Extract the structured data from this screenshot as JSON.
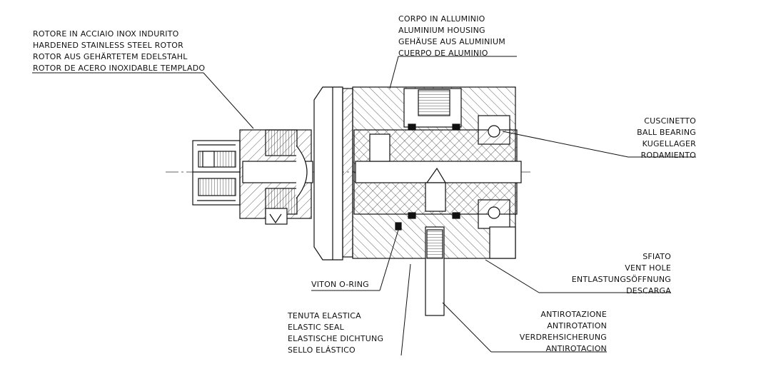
{
  "labels": {
    "rotor": [
      "ROTORE IN ACCIAIO INOX INDURITO",
      "HARDENED STAINLESS STEEL ROTOR",
      "ROTOR AUS GEHÄRTETEM EDELSTAHL",
      "ROTOR DE ACERO INOXIDABLE TEMPLADO"
    ],
    "housing": [
      "CORPO IN ALLUMINIO",
      "ALUMINIUM HOUSING",
      "GEHÄUSE AUS ALUMINIUM",
      "CUERPO DE ALUMINIO"
    ],
    "bearing": [
      "CUSCINETTO",
      "BALL BEARING",
      "KUGELLAGER",
      "RODAMIENTO"
    ],
    "vent": [
      "SFIATO",
      "VENT HOLE",
      "ENTLASTUNGSÖFFNUNG",
      "DESCARGA"
    ],
    "oring": [
      "VITON O-RING"
    ],
    "seal": [
      "TENUTA ELASTICA",
      "ELASTIC SEAL",
      "ELASTISCHE DICHTUNG",
      "SELLO ELÁSTICO"
    ],
    "antirotation": [
      "ANTIROTAZIONE",
      "ANTIROTATION",
      "VERDREHSICHERUNG",
      "ANTIROTACION"
    ]
  }
}
